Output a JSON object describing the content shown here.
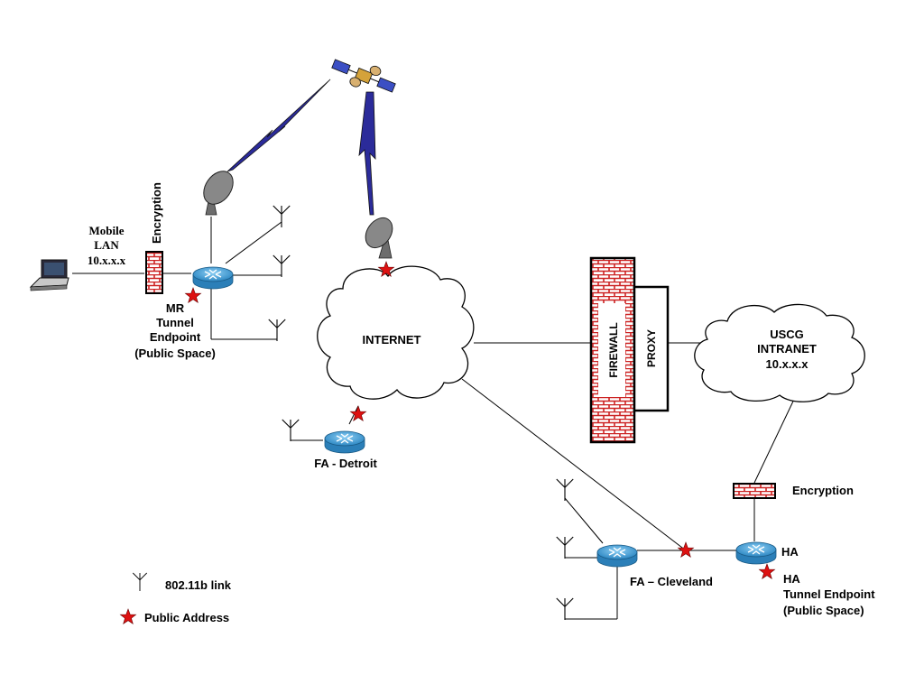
{
  "labels": {
    "mobile_lan_1": "Mobile",
    "mobile_lan_2": "LAN",
    "mobile_lan_3": "10.x.x.x",
    "encryption_vertical": "Encryption",
    "mr_1": "MR",
    "mr_2": "Tunnel",
    "mr_3": "Endpoint",
    "mr_4": "(Public Space)",
    "internet": "INTERNET",
    "fa_detroit": "FA - Detroit",
    "firewall": "FIREWALL",
    "proxy": "PROXY",
    "uscg_1": "USCG",
    "uscg_2": "INTRANET",
    "uscg_3": "10.x.x.x",
    "encryption_right": "Encryption",
    "ha": "HA",
    "ha_1": "HA",
    "ha_2": "Tunnel Endpoint",
    "ha_3": "(Public Space)",
    "fa_cleveland": "FA – Cleveland"
  },
  "legend": {
    "link_label": "802.11b link",
    "public_label": "Public Address"
  },
  "colors": {
    "brick": "#cc2222",
    "star": "#dd1111",
    "lightning": "#2b2b9a",
    "router": "#3f9fd6",
    "dish": "#7d7d7d"
  },
  "icons": [
    "laptop-icon",
    "router-icon",
    "antenna-icon",
    "satellite-dish-icon",
    "satellite-icon",
    "lightning-icon",
    "star-icon",
    "cloud-icon",
    "firewall-icon"
  ]
}
